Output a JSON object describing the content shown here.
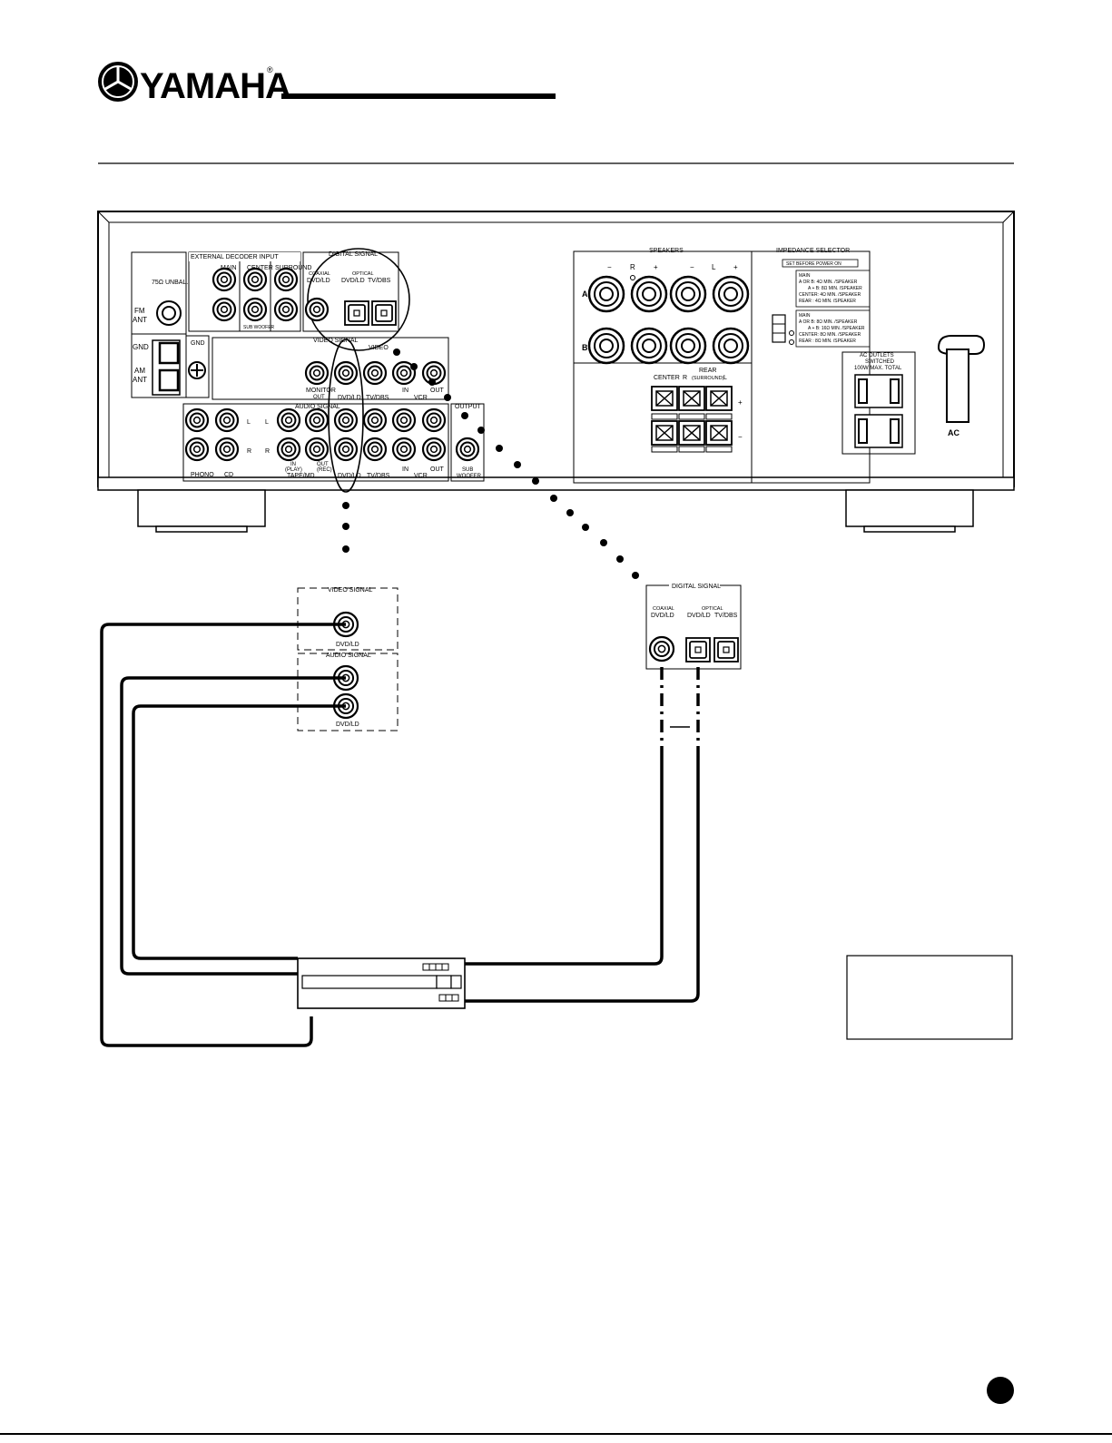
{
  "brand": {
    "name": "YAMAHA",
    "reg": "®"
  },
  "panel": {
    "fm_ant": "FM",
    "fm_ant2": "ANT",
    "gnd": "GND",
    "am_ant": "AM",
    "am_ant2": "ANT",
    "unbal": "75Ω UNBAL.",
    "gnd2": "GND",
    "ext_decoder": "EXTERNAL DECODER INPUT",
    "main": "MAIN",
    "center": "CENTER",
    "surround": "SURROUND",
    "sub_woofer_small": "SUB WOOFER",
    "digital_signal": "DIGITAL SIGNAL",
    "coaxial": "COAXIAL",
    "optical": "OPTICAL",
    "dvd_ld": "DVD/LD",
    "tv_dbs": "TV/DBS",
    "video_signal": "VIDEO SIGNAL",
    "video": "VIDEO",
    "monitor_out1": "MONITOR",
    "monitor_out2": "OUT",
    "in": "IN",
    "out": "OUT",
    "vcr": "VCR",
    "audio_signal": "AUDIO SIGNAL",
    "phono": "PHONO",
    "cd": "CD",
    "tape_in": "IN",
    "tape_play": "(PLAY)",
    "tape_out": "OUT",
    "tape_rec": "(REC)",
    "tape_md": "TAPE/MD",
    "output": "OUTPUT",
    "sub": "SUB",
    "woofer": "WOOFER",
    "speakers": "SPEAKERS",
    "minus": "−",
    "plus": "+",
    "spk_a": "A",
    "spk_b": "B",
    "rear": "REAR",
    "rear_center": "CENTER",
    "rear_surround": "(SURROUND)",
    "impedance_selector": "IMPEDANCE SELECTOR",
    "set_before": "SET BEFORE POWER ON",
    "imp1": [
      "MAIN",
      "A OR B: 4Ω MIN. /SPEAKER",
      "A + B: 8Ω MIN. /SPEAKER",
      "CENTER: 4Ω MIN. /SPEAKER",
      "REAR : 4Ω MIN. /SPEAKER"
    ],
    "imp2": [
      "MAIN",
      "A OR B: 8Ω MIN. /SPEAKER",
      "A + B: 16Ω MIN. /SPEAKER",
      "CENTER: 8Ω MIN. /SPEAKER",
      "REAR : 8Ω MIN. /SPEAKER"
    ],
    "ac_outlets": "AC OUTLETS",
    "switched": "SWITCHED",
    "watts": "100W MAX. TOTAL",
    "ac": "AC",
    "r_mark": "R",
    "l_mark": "L"
  },
  "zoom_video": {
    "title": "VIDEO SIGNAL",
    "jack": "DVD/LD"
  },
  "zoom_audio": {
    "title": "AUDIO SIGNAL",
    "jack": "DVD/LD"
  },
  "zoom_digital": {
    "title": "DIGITAL SIGNAL",
    "coaxial": "COAXIAL",
    "optical": "OPTICAL",
    "dvd1": "DVD/LD",
    "dvd2": "DVD/LD",
    "tv": "TV/DBS"
  },
  "colors": {
    "ink": "#000000",
    "paper": "#ffffff"
  }
}
